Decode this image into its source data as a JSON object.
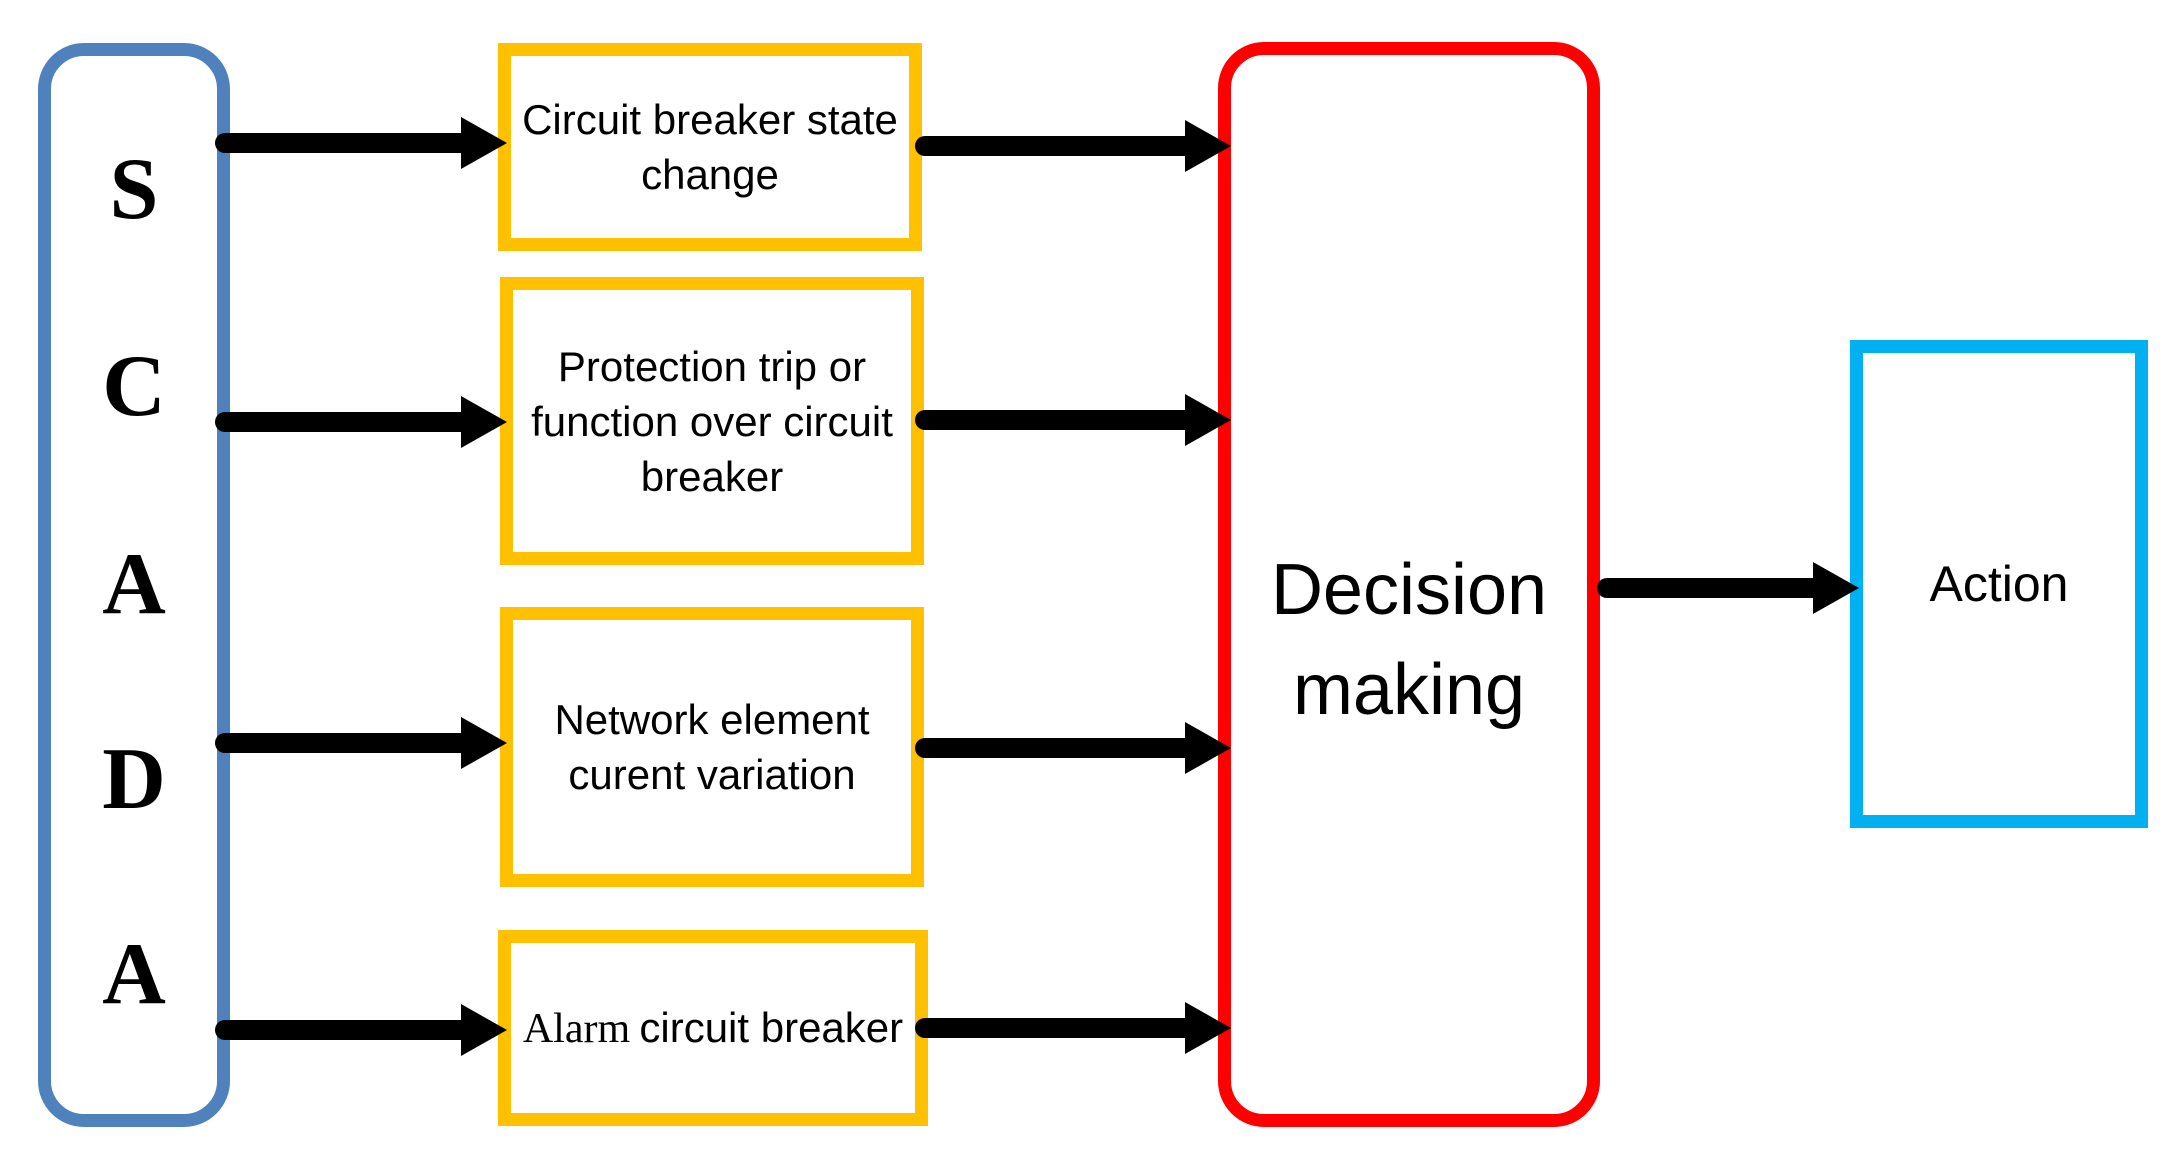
{
  "diagram": {
    "source": {
      "letters": [
        "S",
        "C",
        "A",
        "D",
        "A"
      ]
    },
    "inputs": [
      {
        "label": "Circuit breaker state change"
      },
      {
        "label": "Protection trip or function over circuit breaker"
      },
      {
        "label": "Network element curent variation"
      },
      {
        "serif_word": "Alarm",
        "label": "circuit breaker"
      }
    ],
    "decision": {
      "label": "Decision making"
    },
    "action": {
      "label": "Action"
    },
    "colors": {
      "source_border": "#4F81BD",
      "input_border": "#FFC000",
      "decision_border": "#FF0000",
      "action_border": "#00B0F0",
      "arrow": "#000000"
    }
  }
}
